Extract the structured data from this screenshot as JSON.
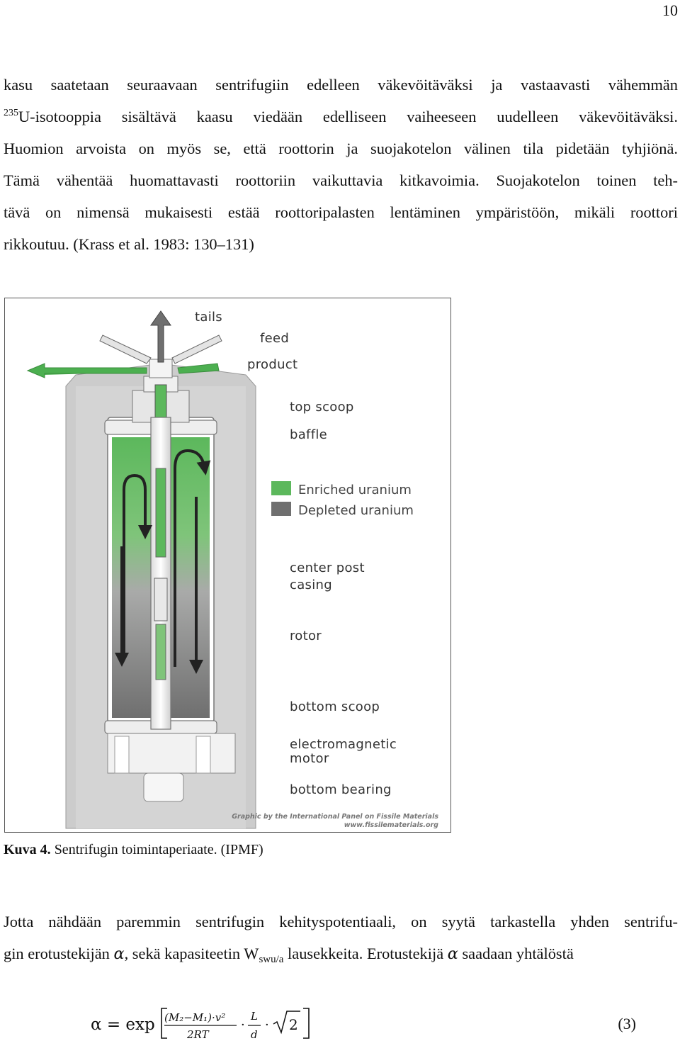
{
  "page_number": "10",
  "paragraph1": {
    "line1": "kasu saatetaan seuraavaan sentrifugiin edelleen väkevöitäväksi ja vastaavasti vähemmän",
    "line2_sup": "235",
    "line2": "U-isotooppia sisältävä kaasu viedään edelliseen vaiheeseen uudelleen väkevöitäväksi.",
    "line3": "Huomion arvoista on myös se, että roottorin ja suojakotelon välinen tila pidetään tyhjiönä.",
    "line4": "Tämä vähentää huomattavasti roottoriin vaikuttavia kitkavoimia. Suojakotelon toinen teh-",
    "line5": "tävä on nimensä mukaisesti estää roottoripalasten lentäminen ympäristöön, mikäli roottori",
    "line6": "rikkoutuu. (Krass et al. 1983: 130–131)"
  },
  "figure": {
    "labels": {
      "tails": "tails",
      "feed": "feed",
      "product": "product",
      "top_scoop": "top scoop",
      "baffle": "baffle",
      "center_post_1": "center post",
      "center_post_2": "casing",
      "rotor": "rotor",
      "bottom_scoop": "bottom scoop",
      "motor_1": "electromagnetic",
      "motor_2": "motor",
      "bottom_bearing": "bottom bearing"
    },
    "legend": [
      {
        "label": "Enriched uranium",
        "color": "#5cb85c"
      },
      {
        "label": "Depleted uranium",
        "color": "#6f6f6f"
      }
    ],
    "credit_1": "Graphic by the International Panel on Fissile Materials",
    "credit_2": "www.fissilematerials.org"
  },
  "caption": {
    "label": "Kuva 4.",
    "text": " Sentrifugin toimintaperiaate. (IPMF)"
  },
  "paragraph2": {
    "line1": "Jotta nähdään paremmin sentrifugin kehityspotentiaali, on syytä tarkastella yhden sentrifu-",
    "line2_a": "gin erotustekijän ",
    "line2_alpha": "α",
    "line2_b": ", sekä kapasiteetin W",
    "line2_sub": "swu/a",
    "line2_c": " lausekkeita. Erotustekijä ",
    "line2_alpha2": "α",
    "line2_d": " saadaan yhtälöstä"
  },
  "equation": {
    "lhs": "α = exp",
    "numerator": "(M₂−M₁)·v²",
    "denominator": "2RT",
    "frac2_num": "L",
    "frac2_den": "d",
    "sqrt_arg": "2",
    "number": "(3)"
  },
  "colors": {
    "enriched": "#5cb85c",
    "depleted": "#6f6f6f",
    "casing": "#c9c9c9",
    "arrow_green": "#4caf50"
  }
}
